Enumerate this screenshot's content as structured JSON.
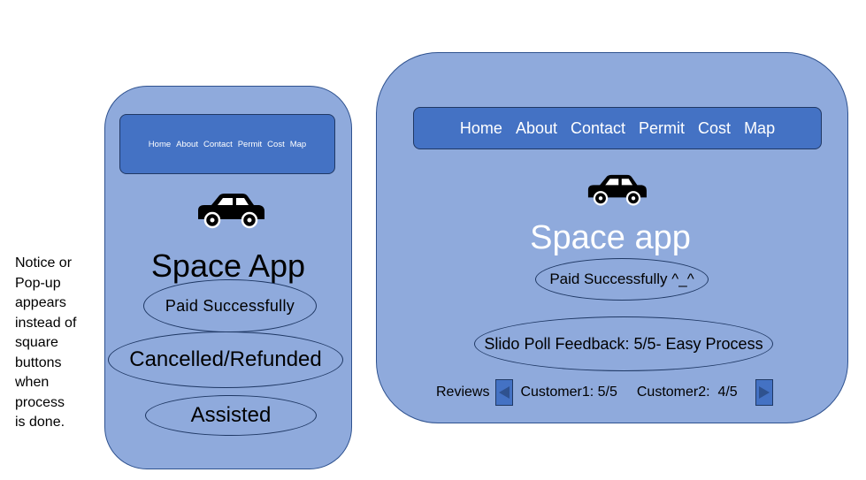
{
  "note": "Notice or Pop-up appears instead of square buttons when process is done.",
  "nav_items": [
    "Home",
    "About",
    "Contact",
    "Permit",
    "Cost",
    "Map"
  ],
  "mobile": {
    "title": "Space App",
    "statuses": [
      "Paid  Successfully",
      "Cancelled/Refunded",
      "Assisted"
    ]
  },
  "desktop": {
    "title": "Space app",
    "paid_message": "Paid Successfully ^_^",
    "feedback": "Slido Poll Feedback: 5/5- Easy Process",
    "reviews_label": "Reviews",
    "reviews": [
      "Customer1: 5/5",
      "Customer2:  4/5"
    ]
  },
  "icons": [
    "car-icon",
    "left-arrow-icon",
    "right-arrow-icon"
  ],
  "colors": {
    "panel": "#8faadc",
    "nav": "#4472c4",
    "outline": "#2f528f"
  }
}
